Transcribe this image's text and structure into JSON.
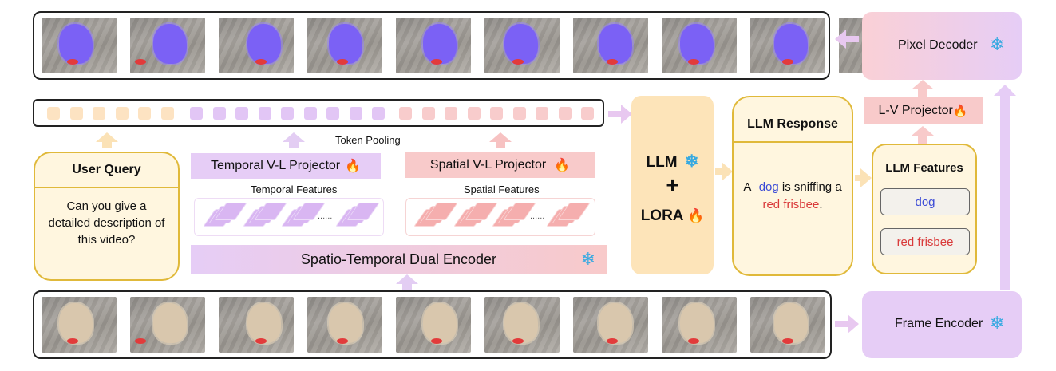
{
  "top_strip": {
    "frame_count": 10,
    "mask_color": "#7b61f5"
  },
  "bottom_strip": {
    "frame_count": 9
  },
  "tokens": {
    "query_color": "#fde3c2",
    "temporal_color": "#e2c6f5",
    "spatial_color": "#f8cccc"
  },
  "labels": {
    "token_pooling": "Token Pooling",
    "temporal_projector": "Temporal V-L Projector",
    "spatial_projector": "Spatial V-L Projector",
    "temporal_features": "Temporal Features",
    "spatial_features": "Spatial Features",
    "dual_encoder": "Spatio-Temporal Dual Encoder",
    "user_query_title": "User Query",
    "user_query_text": "Can you give a detailed description of this video?",
    "llm": "LLM",
    "plus": "+",
    "lora": "LORA",
    "llm_response_title": "LLM Response",
    "response_a": "A",
    "response_dog": "dog",
    "response_mid": "is sniffing a",
    "response_frisbee": "red frisbee",
    "response_end": ".",
    "llm_features_title": "LLM Features",
    "feature_dog": "dog",
    "feature_frisbee": "red frisbee",
    "lv_projector": "L-V Projector",
    "pixel_decoder": "Pixel Decoder",
    "frame_encoder": "Frame Encoder",
    "ellipsis": "......"
  },
  "icons": {
    "frozen": "snowflake-icon",
    "trainable": "fire-icon"
  },
  "colors": {
    "highlight_blue": "#3a4ad6",
    "highlight_red": "#d93a3a"
  }
}
